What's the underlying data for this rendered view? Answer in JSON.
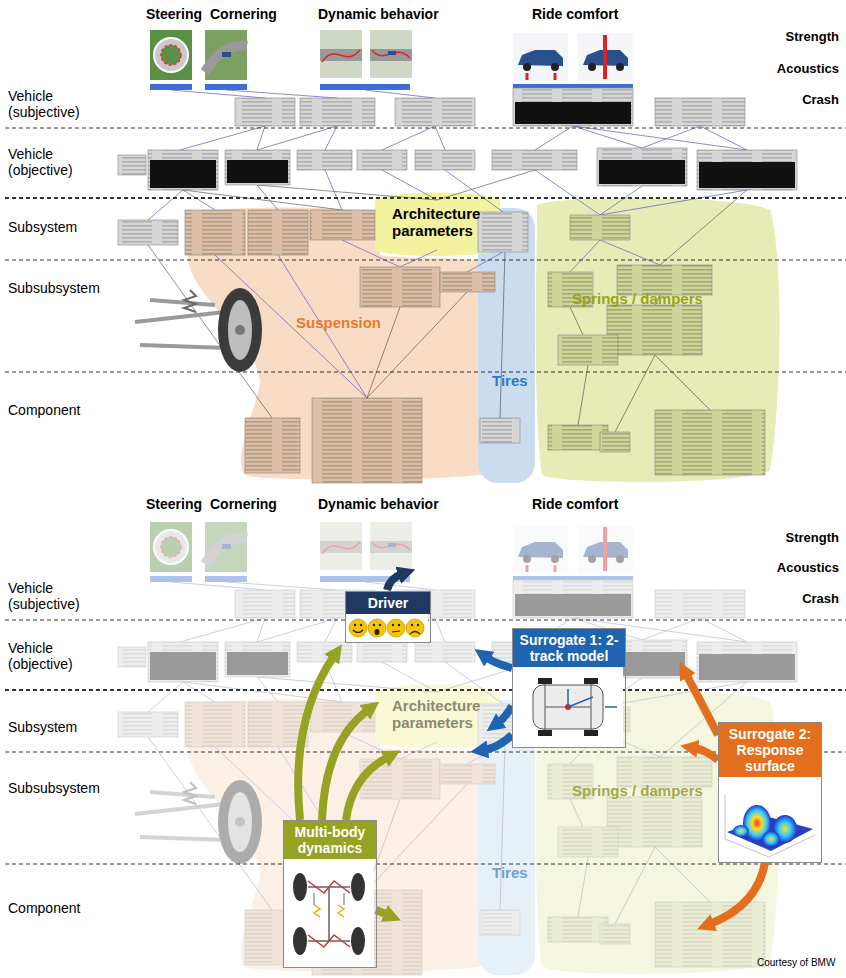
{
  "diagram": {
    "nodes": [
      {
        "text": [
          "Driver"
        ]
      },
      {
        "text": [
          "Surrogate 1: 2-track model"
        ]
      },
      {
        "text": [
          "Surrogate 2: Response surface"
        ]
      },
      {
        "text": [
          "Multi-body dynamics"
        ]
      }
    ],
    "labels": [
      "Steering",
      "Cornering",
      "Dynamic behavior",
      "Ride comfort",
      "Strength",
      "Acoustics",
      "Crash",
      "Vehicle (subjective)",
      "Vehicle (objective)",
      "Subsystem",
      "Subsubsystem",
      "Component",
      "Architecture parameters",
      "Suspension",
      "Tires",
      "Springs / dampers",
      "Steering",
      "Cornering",
      "Dynamic behavior",
      "Ride comfort",
      "Strength",
      "Acoustics",
      "Crash",
      "Vehicle (subjective)",
      "Vehicle (objective)",
      "Subsystem",
      "Subsubsystem",
      "Component",
      "Architecture parameters",
      "Springs / dampers",
      "Tires",
      "Courtesy of BMW"
    ]
  }
}
